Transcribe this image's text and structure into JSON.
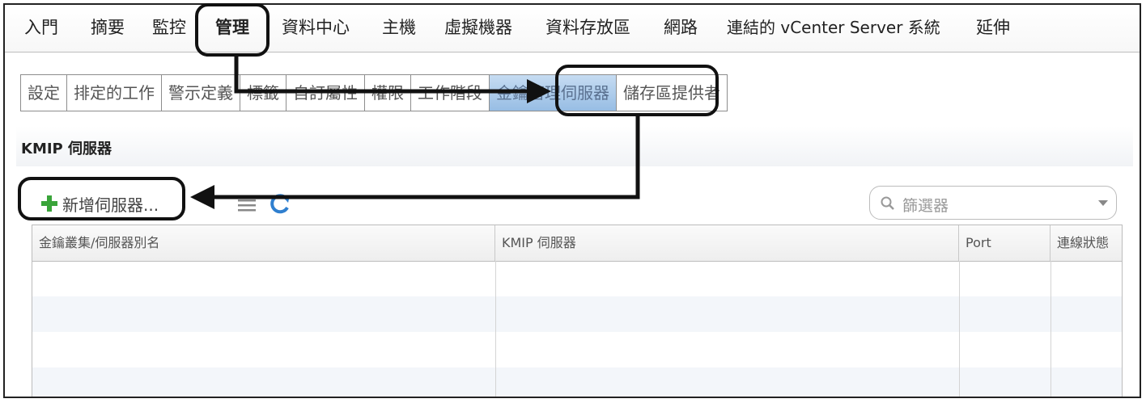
{
  "top_tabs": [
    "入門",
    "摘要",
    "監控",
    "管理",
    "資料中心",
    "主機",
    "虛擬機器",
    "資料存放區",
    "網路",
    "連結的 vCenter Server 系統",
    "延伸"
  ],
  "top_tab_active": "管理",
  "sub_tabs": [
    "設定",
    "排定的工作",
    "警示定義",
    "標籤",
    "自訂屬性",
    "權限",
    "工作階段",
    "金鑰管理伺服器",
    "儲存區提供者"
  ],
  "sub_tab_active": "金鑰管理伺服器",
  "section_title": "KMIP 伺服器",
  "toolbar": {
    "add_server_label": "新增伺服器..."
  },
  "filter": {
    "placeholder": "篩選器"
  },
  "table": {
    "columns": [
      "金鑰叢集/伺服器別名",
      "KMIP 伺服器",
      "Port",
      "連線狀態"
    ],
    "rows": []
  },
  "colors": {
    "active_tab": "#97bde4",
    "plus_icon": "#3aa43a",
    "refresh_icon": "#2f7fcf",
    "annotation": "#111111"
  },
  "icons": [
    "plus-icon",
    "list-icon",
    "refresh-icon",
    "search-icon",
    "chevron-down-icon"
  ]
}
